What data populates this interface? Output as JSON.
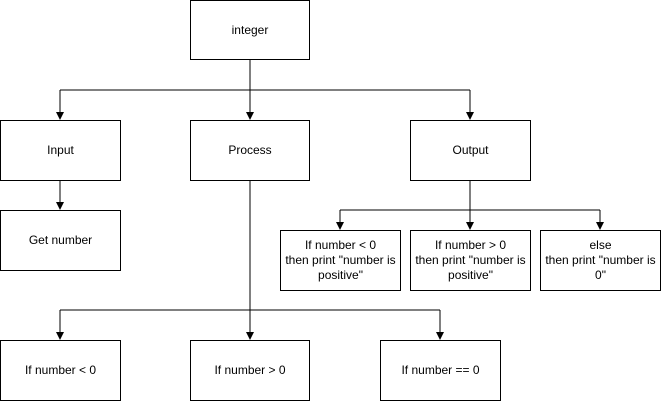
{
  "diagram": {
    "nodes": {
      "integer": "integer",
      "input": "Input",
      "process": "Process",
      "output": "Output",
      "get_number": "Get number",
      "output_neg": "If number < 0\nthen print \"number is\npositive\"",
      "output_pos": "If number > 0\nthen print \"number is\npositive\"",
      "output_else": "else\nthen print \"number is\n0\"",
      "process_lt": "If number < 0",
      "process_gt": "If number > 0",
      "process_eq": "If number == 0"
    }
  }
}
